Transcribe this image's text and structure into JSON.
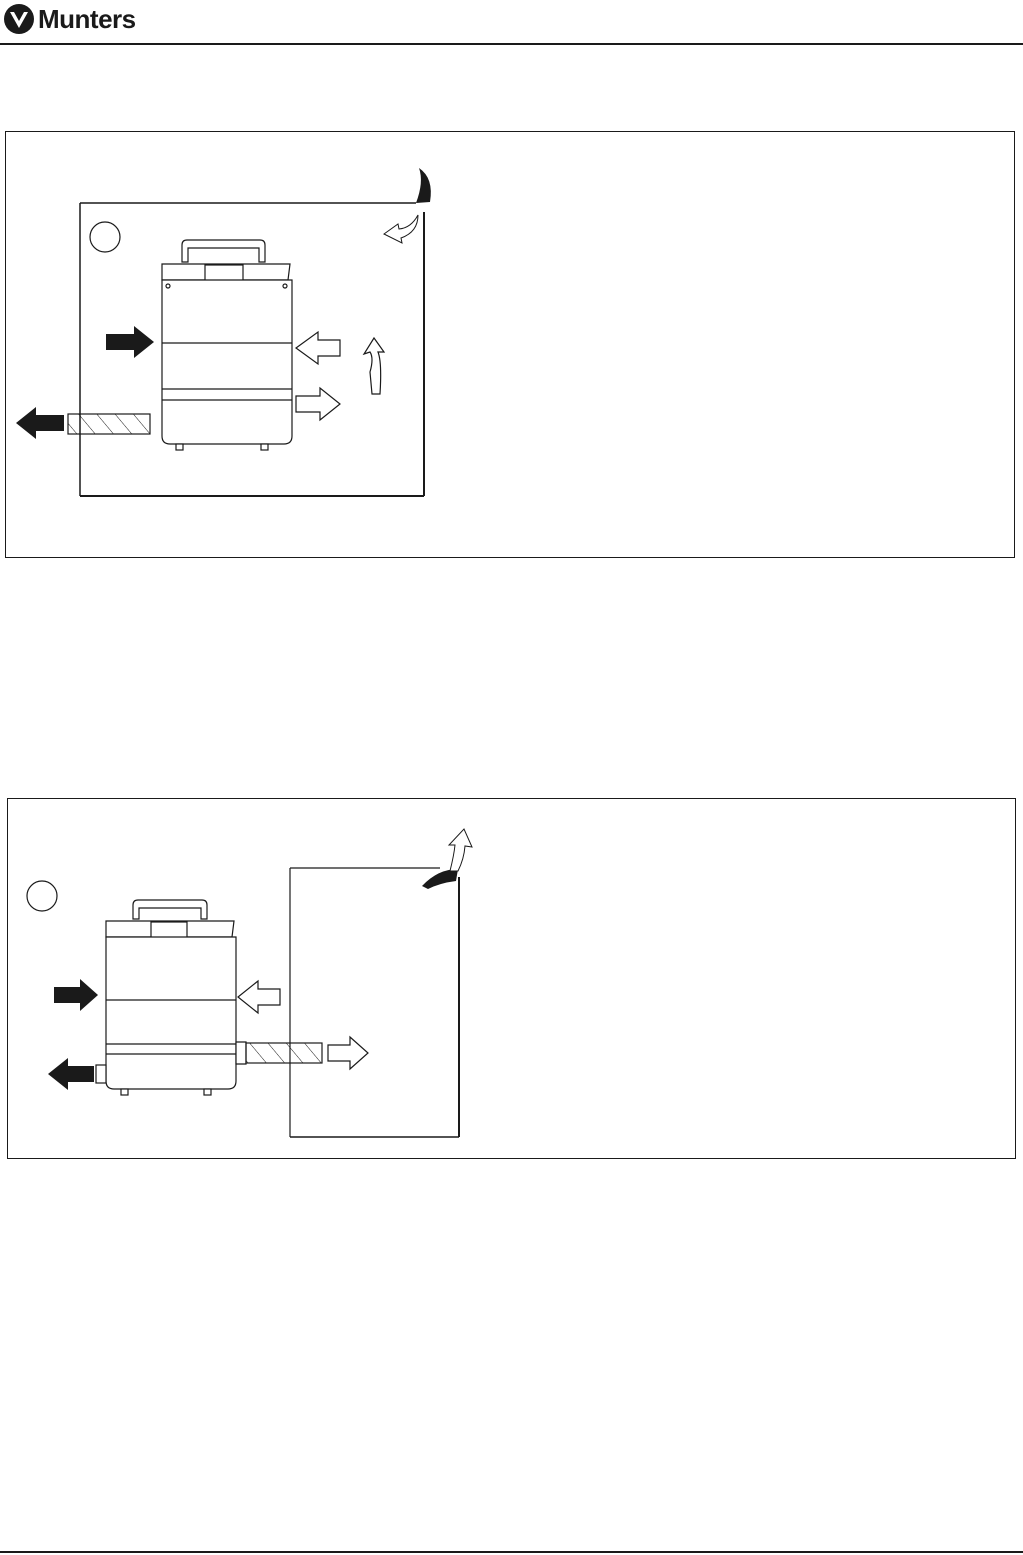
{
  "header": {
    "brand_name": "Munters",
    "logo_icon": "munters-m-shield-icon"
  },
  "figures": [
    {
      "id": "fig1",
      "description_icons": [
        "room-outline",
        "dehumidifier-unit",
        "process-air-in-arrow",
        "dry-air-out-arrow",
        "wet-air-duct",
        "wet-air-out-arrow",
        "return-air-arrows",
        "circulation-arrow",
        "door-flap-arrow",
        "step-marker"
      ]
    },
    {
      "id": "fig2",
      "description_icons": [
        "room-outline",
        "dehumidifier-unit",
        "process-air-in-arrow",
        "dry-air-duct",
        "dry-air-into-room-arrow",
        "wet-air-out-arrow",
        "return-air-arrow",
        "door-flap-arrow",
        "step-marker"
      ]
    }
  ],
  "colors": {
    "ink": "#1a1a1a",
    "paper": "#ffffff"
  }
}
